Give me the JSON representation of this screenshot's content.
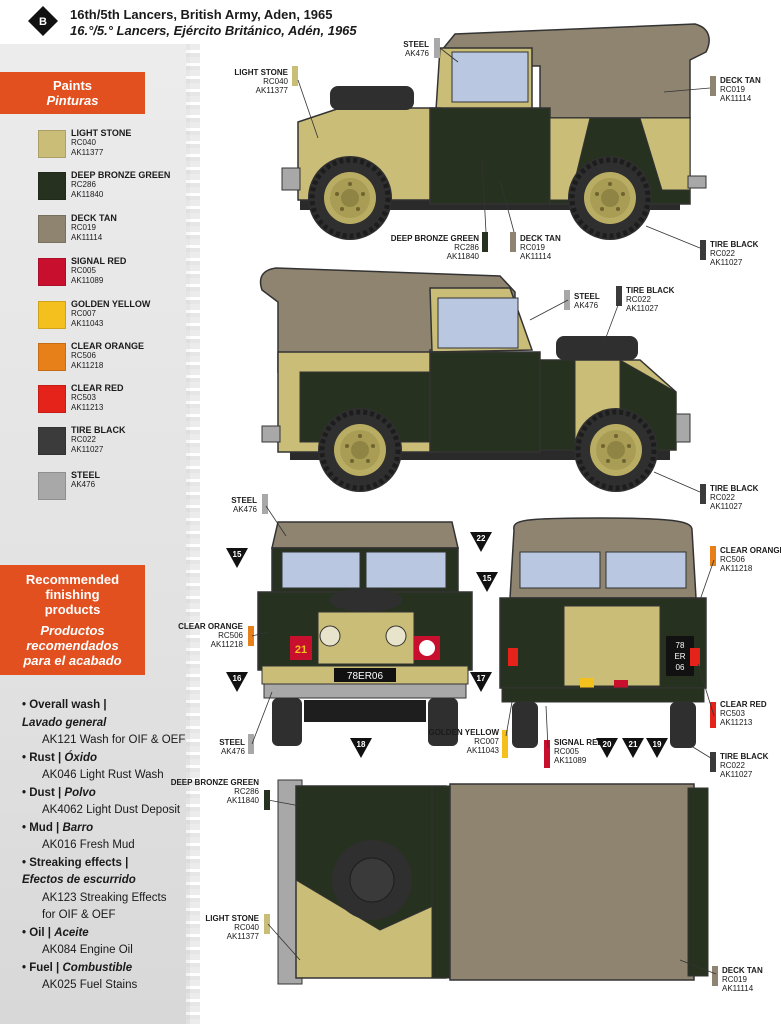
{
  "header": {
    "badge": "B",
    "title": "16th/5th Lancers, British Army, Aden, 1965",
    "subtitle": "16.°/5.° Lancers, Ejército Británico, Adén, 1965"
  },
  "paints_banner": {
    "en": "Paints",
    "es": "Pinturas"
  },
  "paints": [
    {
      "name": "LIGHT STONE",
      "rc": "RC040",
      "ak": "AK11377",
      "color": "#c9bd78"
    },
    {
      "name": "DEEP BRONZE GREEN",
      "rc": "RC286",
      "ak": "AK11840",
      "color": "#27311f"
    },
    {
      "name": "DECK TAN",
      "rc": "RC019",
      "ak": "AK11114",
      "color": "#8e8470"
    },
    {
      "name": "SIGNAL RED",
      "rc": "RC005",
      "ak": "AK11089",
      "color": "#c8102e"
    },
    {
      "name": "GOLDEN YELLOW",
      "rc": "RC007",
      "ak": "AK11043",
      "color": "#f4c01e"
    },
    {
      "name": "CLEAR ORANGE",
      "rc": "RC506",
      "ak": "AK11218",
      "color": "#e8801a"
    },
    {
      "name": "CLEAR RED",
      "rc": "RC503",
      "ak": "AK11213",
      "color": "#e5231b"
    },
    {
      "name": "TIRE BLACK",
      "rc": "RC022",
      "ak": "AK11027",
      "color": "#3b3b3b"
    },
    {
      "name": "STEEL",
      "rc": "AK476",
      "ak": "",
      "color": "#a8a8a8"
    }
  ],
  "finishing_banner": {
    "en1": "Recommended",
    "en2": "finishing",
    "en3": "products",
    "es1": "Productos",
    "es2": "recomendados",
    "es3": "para el acabado"
  },
  "finishing": [
    {
      "cat": "• Overall wash |",
      "es": "Lavado general",
      "prod": [
        "AK121 Wash for OIF & OEF"
      ]
    },
    {
      "cat": "• Rust |",
      "es_inline": "Óxido",
      "prod": [
        "AK046 Light Rust Wash"
      ]
    },
    {
      "cat": "• Dust |",
      "es_inline": "Polvo",
      "prod": [
        "AK4062 Light Dust Deposit"
      ]
    },
    {
      "cat": "• Mud |",
      "es_inline": "Barro",
      "prod": [
        "AK016 Fresh Mud"
      ]
    },
    {
      "cat": "• Streaking effects |",
      "es": "Efectos de escurrido",
      "prod": [
        "AK123 Streaking Effects",
        "for OIF & OEF"
      ]
    },
    {
      "cat": "• Oil |",
      "es_inline": "Aceite",
      "prod": [
        "AK084 Engine Oil"
      ]
    },
    {
      "cat": "• Fuel |",
      "es_inline": "Combustible",
      "prod": [
        "AK025 Fuel Stains"
      ]
    }
  ],
  "callouts": {
    "c1": {
      "name": "LIGHT STONE",
      "l2": "RC040",
      "l3": "AK11377"
    },
    "c2": {
      "name": "STEEL",
      "l2": "AK476",
      "l3": ""
    },
    "c3": {
      "name": "DECK TAN",
      "l2": "RC019",
      "l3": "AK11114"
    },
    "c4": {
      "name": "DEEP BRONZE GREEN",
      "l2": "RC286",
      "l3": "AK11840"
    },
    "c5": {
      "name": "DECK TAN",
      "l2": "RC019",
      "l3": "AK11114"
    },
    "c6": {
      "name": "TIRE BLACK",
      "l2": "RC022",
      "l3": "AK11027"
    },
    "c7": {
      "name": "STEEL",
      "l2": "AK476",
      "l3": ""
    },
    "c8": {
      "name": "TIRE BLACK",
      "l2": "RC022",
      "l3": "AK11027"
    },
    "c9": {
      "name": "TIRE BLACK",
      "l2": "RC022",
      "l3": "AK11027"
    },
    "c10": {
      "name": "STEEL",
      "l2": "AK476",
      "l3": ""
    },
    "c11": {
      "name": "CLEAR ORANGE",
      "l2": "RC506",
      "l3": "AK11218"
    },
    "c12": {
      "name": "STEEL",
      "l2": "AK476",
      "l3": ""
    },
    "c13": {
      "name": "CLEAR ORANGE",
      "l2": "RC506",
      "l3": "AK11218"
    },
    "c14": {
      "name": "GOLDEN YELLOW",
      "l2": "RC007",
      "l3": "AK11043"
    },
    "c15": {
      "name": "SIGNAL RED",
      "l2": "RC005",
      "l3": "AK11089"
    },
    "c16": {
      "name": "CLEAR RED",
      "l2": "RC503",
      "l3": "AK11213"
    },
    "c17": {
      "name": "TIRE BLACK",
      "l2": "RC022",
      "l3": "AK11027"
    },
    "c18": {
      "name": "DEEP BRONZE GREEN",
      "l2": "RC286",
      "l3": "AK11840"
    },
    "c19": {
      "name": "LIGHT STONE",
      "l2": "RC040",
      "l3": "AK11377"
    },
    "c20": {
      "name": "DECK TAN",
      "l2": "RC019",
      "l3": "AK11114"
    }
  },
  "decals": [
    "15",
    "22",
    "16",
    "17",
    "18",
    "15",
    "20",
    "21",
    "19"
  ],
  "plates": {
    "front": "78ER06",
    "rear_1": "78",
    "rear_2": "ER",
    "rear_3": "06",
    "front_tac": "21"
  }
}
